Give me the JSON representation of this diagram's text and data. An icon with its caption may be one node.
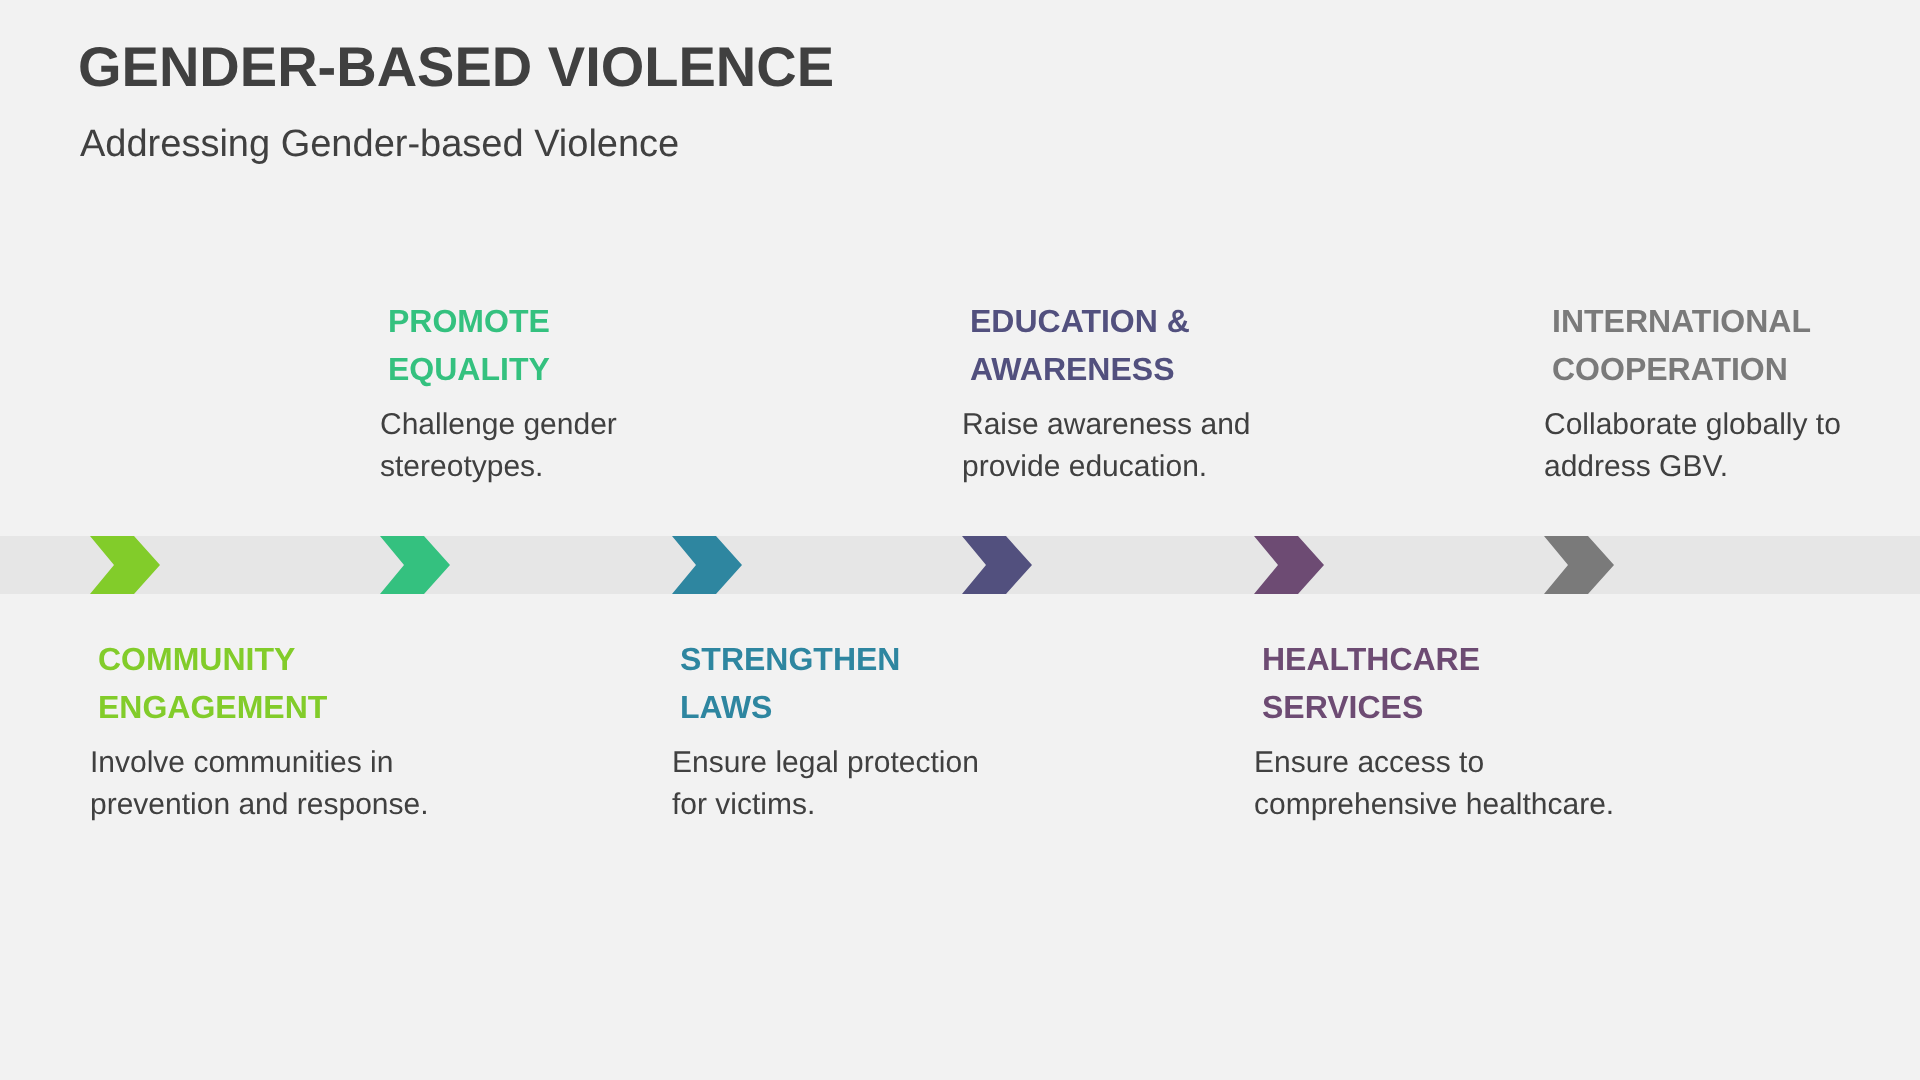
{
  "diagram": {
    "title": "GENDER-BASED VIOLENCE",
    "nodes": [
      {
        "text": [],
        "shape": "chevron",
        "beside": [
          "COMMUNITY ENGAGEMENT",
          "Involve communities in prevention and response."
        ]
      },
      {
        "text": [],
        "shape": "chevron",
        "beside": [
          "PROMOTE EQUALITY",
          "Challenge gender stereotypes."
        ]
      },
      {
        "text": [],
        "shape": "chevron",
        "beside": [
          "STRENGTHEN LAWS",
          "Ensure legal protection for victims."
        ]
      },
      {
        "text": [],
        "shape": "chevron",
        "beside": [
          "EDUCATION & AWARENESS",
          "Raise awareness and provide education."
        ]
      },
      {
        "text": [],
        "shape": "chevron",
        "beside": [
          "HEALTHCARE SERVICES",
          "Ensure access to comprehensive healthcare."
        ]
      },
      {
        "text": [],
        "shape": "chevron",
        "beside": [
          "INTERNATIONAL COOPERATION",
          "Collaborate globally to address GBV."
        ]
      }
    ],
    "labels": [
      "Addressing Gender-based Violence"
    ]
  }
}
